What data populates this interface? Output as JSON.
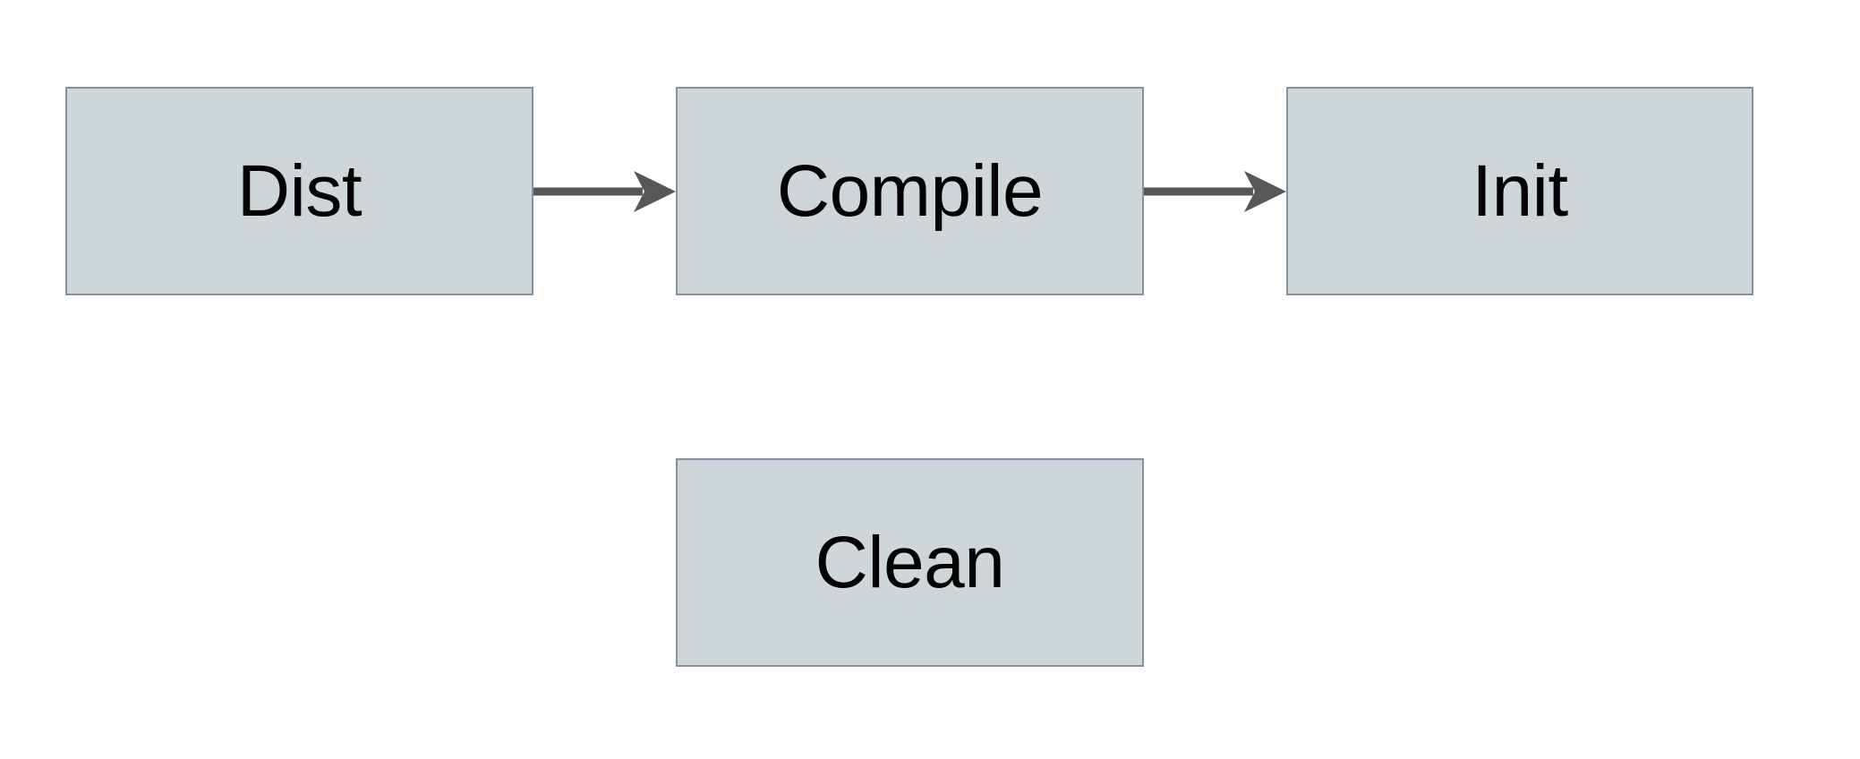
{
  "diagram": {
    "type": "flowchart",
    "background_color": "#ffffff",
    "node_fill_color": "#ced6da",
    "node_border_color": "#8094a4",
    "edge_color": "#575757",
    "label_color": "#000000",
    "nodes": [
      {
        "id": "dist",
        "label": "Dist",
        "shape": "rectangle"
      },
      {
        "id": "compile",
        "label": "Compile",
        "shape": "rectangle"
      },
      {
        "id": "init",
        "label": "Init",
        "shape": "rectangle"
      },
      {
        "id": "clean",
        "label": "Clean",
        "shape": "rectangle"
      }
    ],
    "edges": [
      {
        "id": "dist-compile",
        "from": "dist",
        "to": "compile",
        "label": "",
        "arrowhead": "open-swept",
        "direction": "right"
      },
      {
        "id": "compile-init",
        "from": "compile",
        "to": "init",
        "label": "",
        "arrowhead": "open-swept",
        "direction": "right"
      }
    ]
  }
}
